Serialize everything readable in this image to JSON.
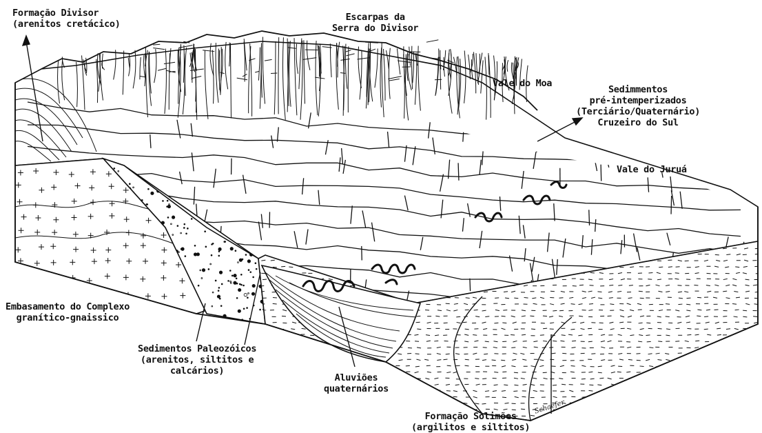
{
  "labels": {
    "formacao_divisor": [
      "Formação Divisor",
      "(arenitos cretácico)"
    ],
    "escarpas": [
      "Escarpas da",
      "Serra do Divisor"
    ],
    "vale_moa": [
      "Vale do Moa"
    ],
    "sedimentos_pre": [
      "Sedimmentos",
      "pré-intemperizados",
      "(Terciário/Quaternário)",
      "Cruzeiro do Sul"
    ],
    "vale_jurua": [
      "Vale do Juruá"
    ],
    "embasamento": [
      "Embasamento do Complexo",
      "granítico-gnaissico"
    ],
    "paleozoicos": [
      "Sedimentos Paleozóicos",
      "(arenitos, siltitos e",
      "calcários)"
    ],
    "aluvioes": [
      "Aluviões",
      "quaternários"
    ],
    "solimoes": [
      "Formação Solimões",
      "(argilitos e siltitos)"
    ]
  },
  "signature": "Schaefer",
  "colors": {
    "ink": "#111111",
    "paper": "#ffffff"
  }
}
